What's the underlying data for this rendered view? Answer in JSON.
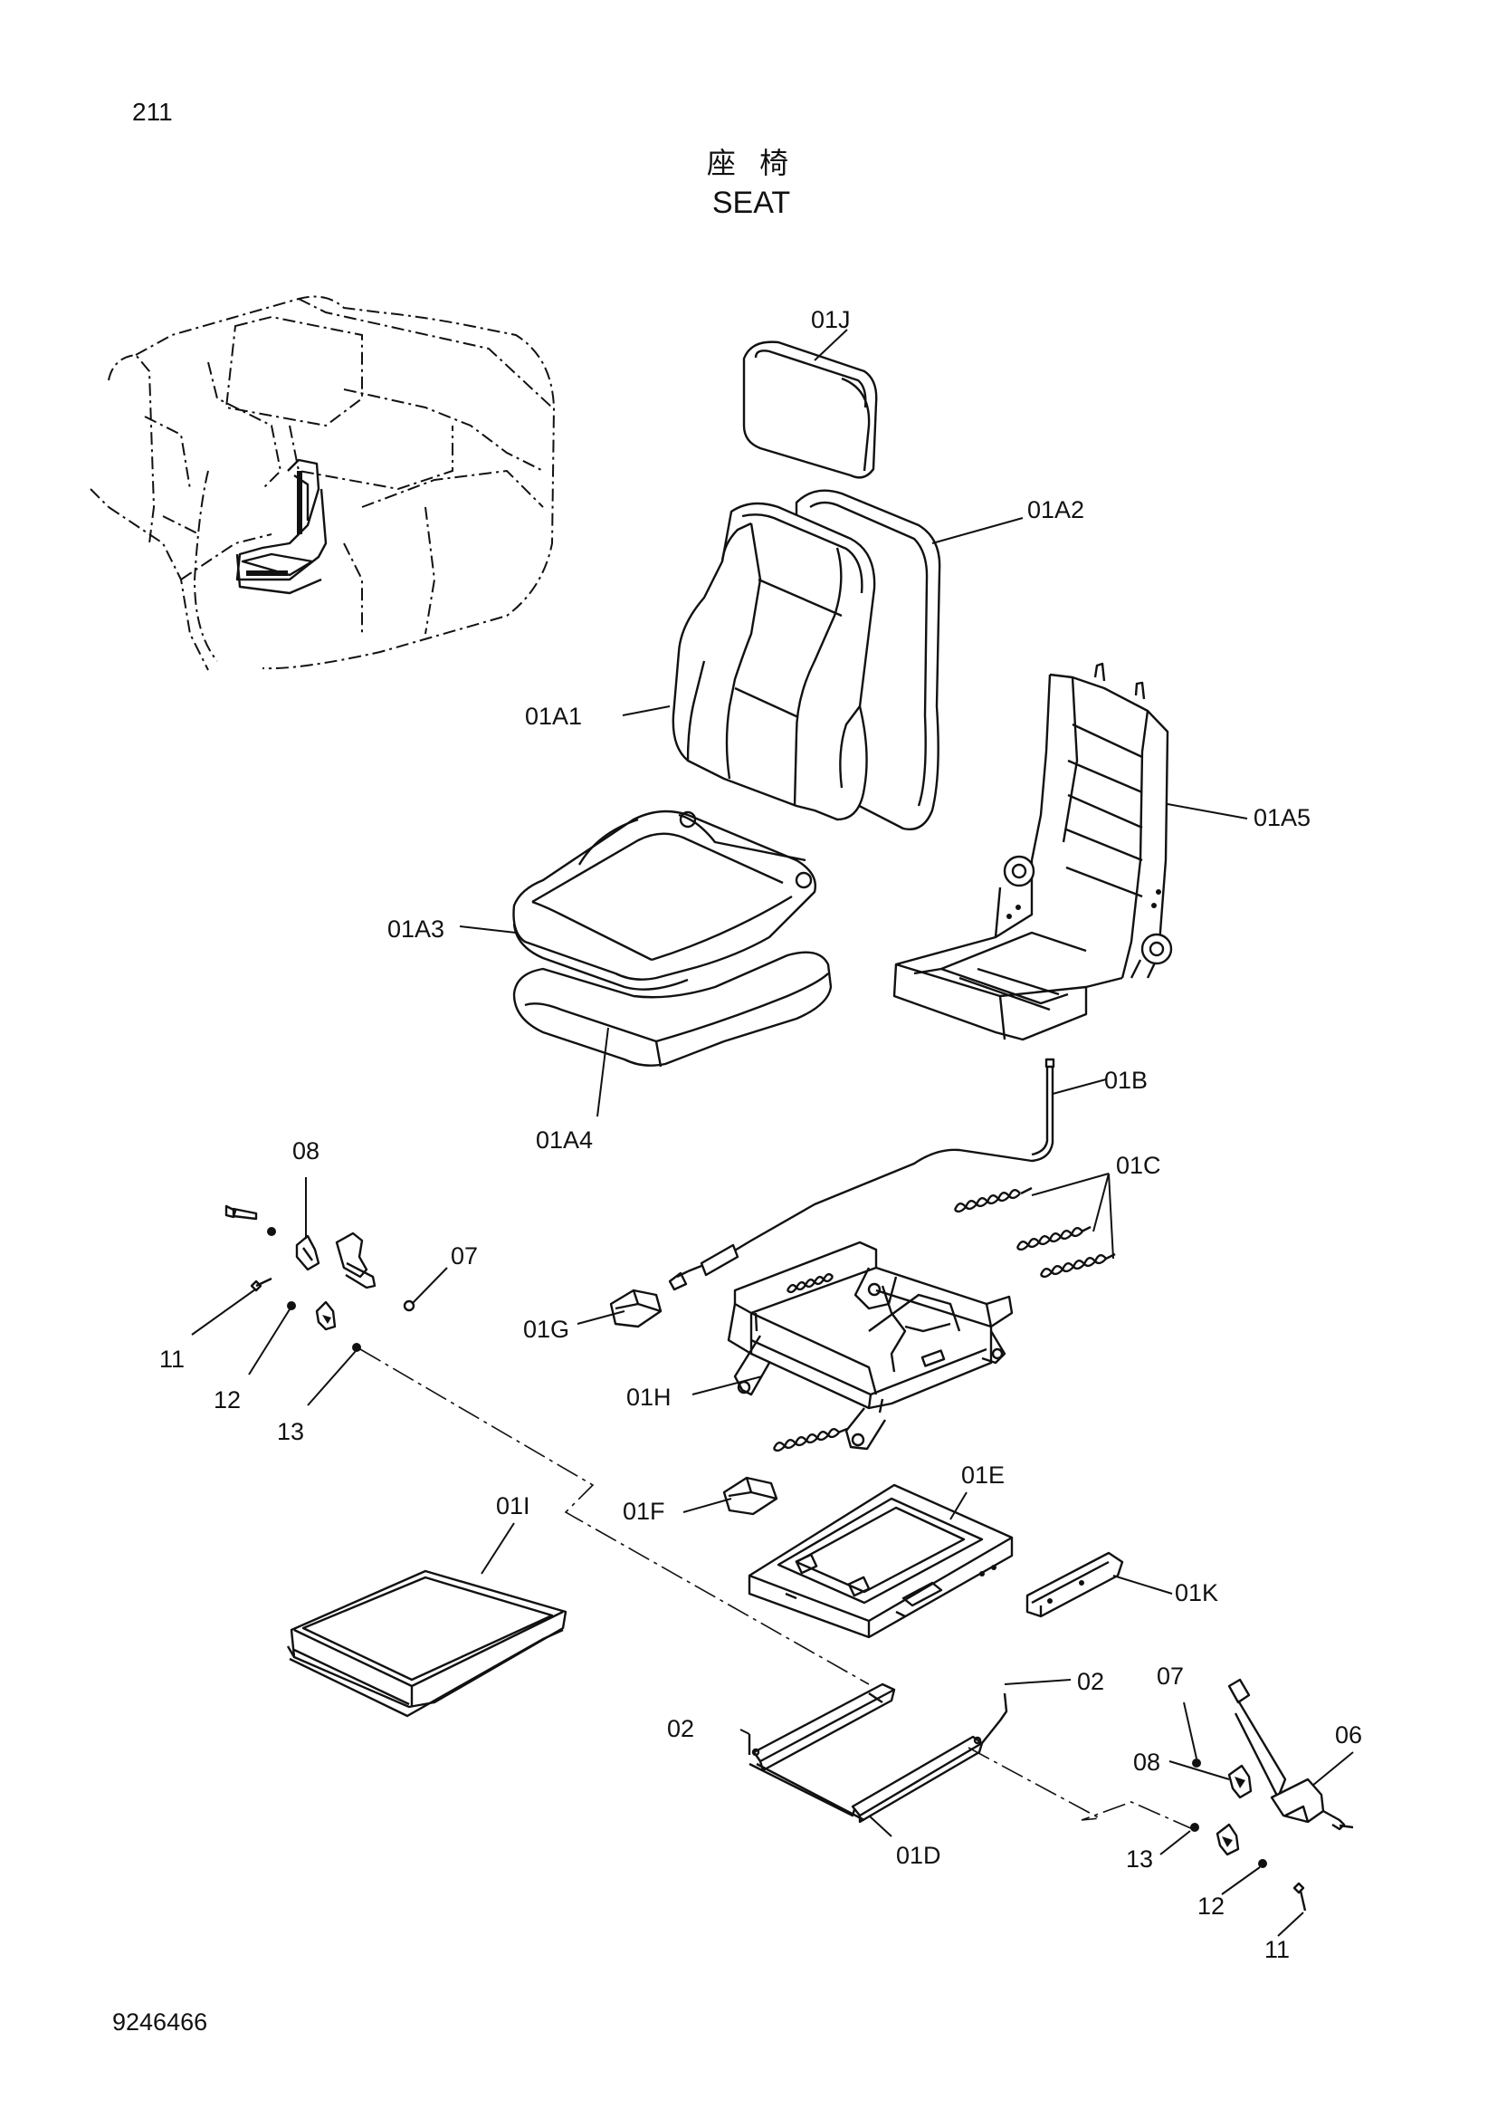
{
  "page": {
    "page_number": "211",
    "title_jp": "座 椅",
    "title_en": "SEAT",
    "document_number": "9246466"
  },
  "parts": {
    "p01J": "01J",
    "p01A2": "01A2",
    "p01A1": "01A1",
    "p01A5": "01A5",
    "p01A3": "01A3",
    "p01A4": "01A4",
    "p01B": "01B",
    "p01C": "01C",
    "p08a": "08",
    "p07a": "07",
    "p01G": "01G",
    "p11a": "11",
    "p12a": "12",
    "p13a": "13",
    "p01H": "01H",
    "p01I": "01I",
    "p01E": "01E",
    "p01F": "01F",
    "p01K": "01K",
    "p02a": "02",
    "p02b": "02",
    "p07b": "07",
    "p06": "06",
    "p08b": "08",
    "p13b": "13",
    "p01D": "01D",
    "p12b": "12",
    "p11b": "11"
  }
}
